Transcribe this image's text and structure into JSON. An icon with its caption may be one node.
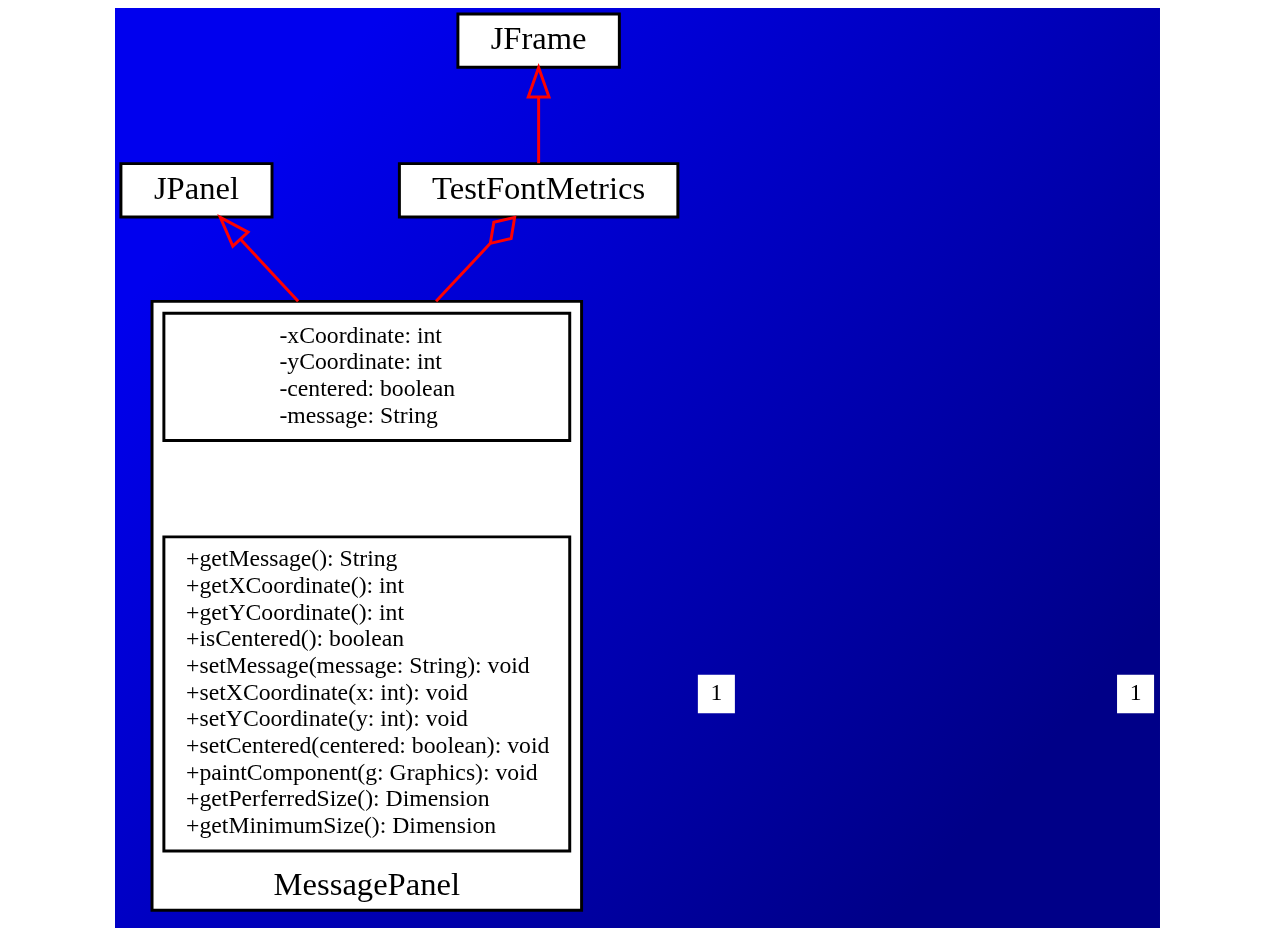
{
  "diagram": {
    "nodes": [
      {
        "text": [
          "JPanel"
        ]
      },
      {
        "text": [
          "JFrame"
        ]
      },
      {
        "text": [
          "MessagePanel"
        ]
      },
      {
        "text": [
          "-xCoordinate: int",
          "-yCoordinate: int",
          "-centered: boolean",
          "-message: String"
        ],
        "in": 2
      },
      {
        "text": [
          "+getMessage(): String",
          "+getXCoordinate(): int",
          "+getYCoordinate(): int",
          "+isCentered(): boolean",
          "+setMessage(message: String): void",
          "+setXCoordinate(x: int): void",
          "+setYCoordinate(y: int): void",
          "+setCentered(centered: boolean): void",
          "+paintComponent(g: Graphics): void",
          "+getPerferredSize(): Dimension",
          "+getMinimumSize(): Dimension"
        ],
        "in": 2
      },
      {
        "text": [
          "TestFontMetrics"
        ]
      }
    ],
    "edges": [
      {
        "from": 2,
        "to": 0,
        "arrow": "to"
      },
      {
        "from": 5,
        "to": 1,
        "arrow": "to"
      },
      {
        "from": 2,
        "to": 5,
        "arrow": "other"
      }
    ],
    "labels": [
      "1",
      "1"
    ]
  }
}
